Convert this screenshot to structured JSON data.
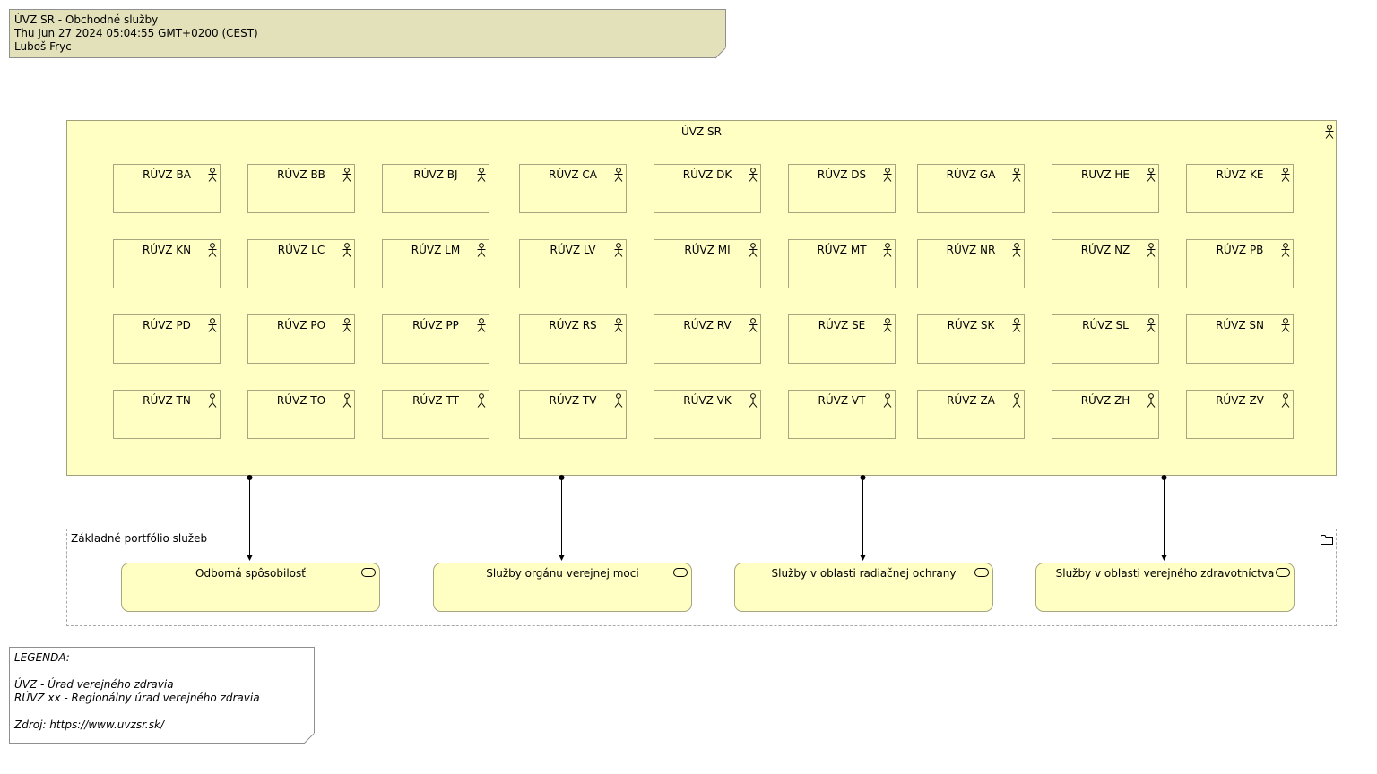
{
  "header_note": {
    "title": "ÚVZ SR - Obchodné služby",
    "date": "Thu Jun 27 2024 05:04:55 GMT+0200 (CEST)",
    "author": "Luboš Fryc"
  },
  "container": {
    "title": "ÚVZ SR",
    "icon": "actor-icon",
    "fill_color": "#ffffc4",
    "actors": [
      "RÚVZ BA",
      "RÚVZ BB",
      "RÚVZ BJ",
      "RÚVZ CA",
      "RÚVZ DK",
      "RÚVZ DS",
      "RÚVZ GA",
      "RUVZ HE",
      "RÚVZ KE",
      "RÚVZ KN",
      "RÚVZ LC",
      "RÚVZ LM",
      "RÚVZ LV",
      "RÚVZ MI",
      "RÚVZ MT",
      "RÚVZ NR",
      "RÚVZ NZ",
      "RÚVZ PB",
      "RÚVZ PD",
      "RÚVZ PO",
      "RÚVZ PP",
      "RÚVZ RS",
      "RÚVZ RV",
      "RÚVZ SE",
      "RÚVZ SK",
      "RÚVZ SL",
      "RÚVZ SN",
      "RÚVZ TN",
      "RÚVZ TO",
      "RÚVZ TT",
      "RÚVZ TV",
      "RÚVZ VK",
      "RÚVZ VT",
      "RÚVZ ZA",
      "RÚVZ ZH",
      "RÚVZ ZV"
    ]
  },
  "group": {
    "title": "Základné portfólio služeb",
    "icon": "folder-icon",
    "services": [
      "Odborná spôsobilosť",
      "Služby orgánu verejnej moci",
      "Služby v oblasti radiačnej ochrany",
      "Služby v oblasti verejného zdravotníctva"
    ],
    "service_icon": "service-icon"
  },
  "legend": {
    "heading": "LEGENDA:",
    "line1": "ÚVZ - Úrad verejného zdravia",
    "line2": "RÚVZ xx - Regionálny úrad verejného zdravia",
    "source": "Zdroj: https://www.uvzsr.sk/"
  },
  "colors": {
    "note_fill": "#e3e1b9",
    "element_fill": "#ffffc4",
    "connector": "#000000"
  }
}
